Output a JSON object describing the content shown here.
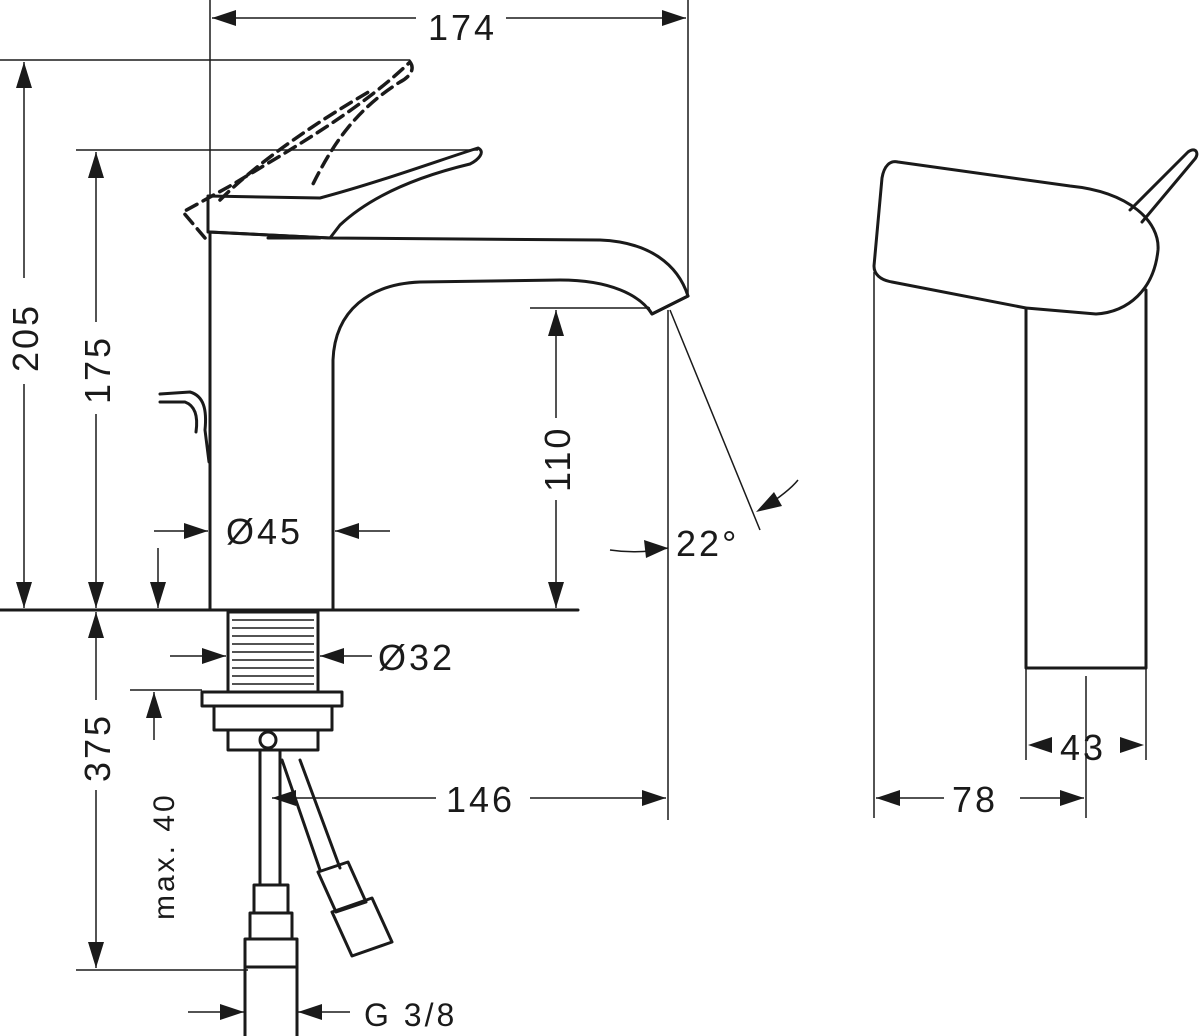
{
  "dimensions": {
    "width_174": "174",
    "height_205": "205",
    "height_175": "175",
    "height_110": "110",
    "angle_22": "22°",
    "dia_45": "Ø45",
    "dia_32": "Ø32",
    "height_375": "375",
    "max_40": "max. 40",
    "reach_146": "146",
    "thread_g38": "G 3/8",
    "depth_78": "78",
    "width_43": "43"
  },
  "colors": {
    "line": "#1a1a1a",
    "background": "#ffffff"
  }
}
